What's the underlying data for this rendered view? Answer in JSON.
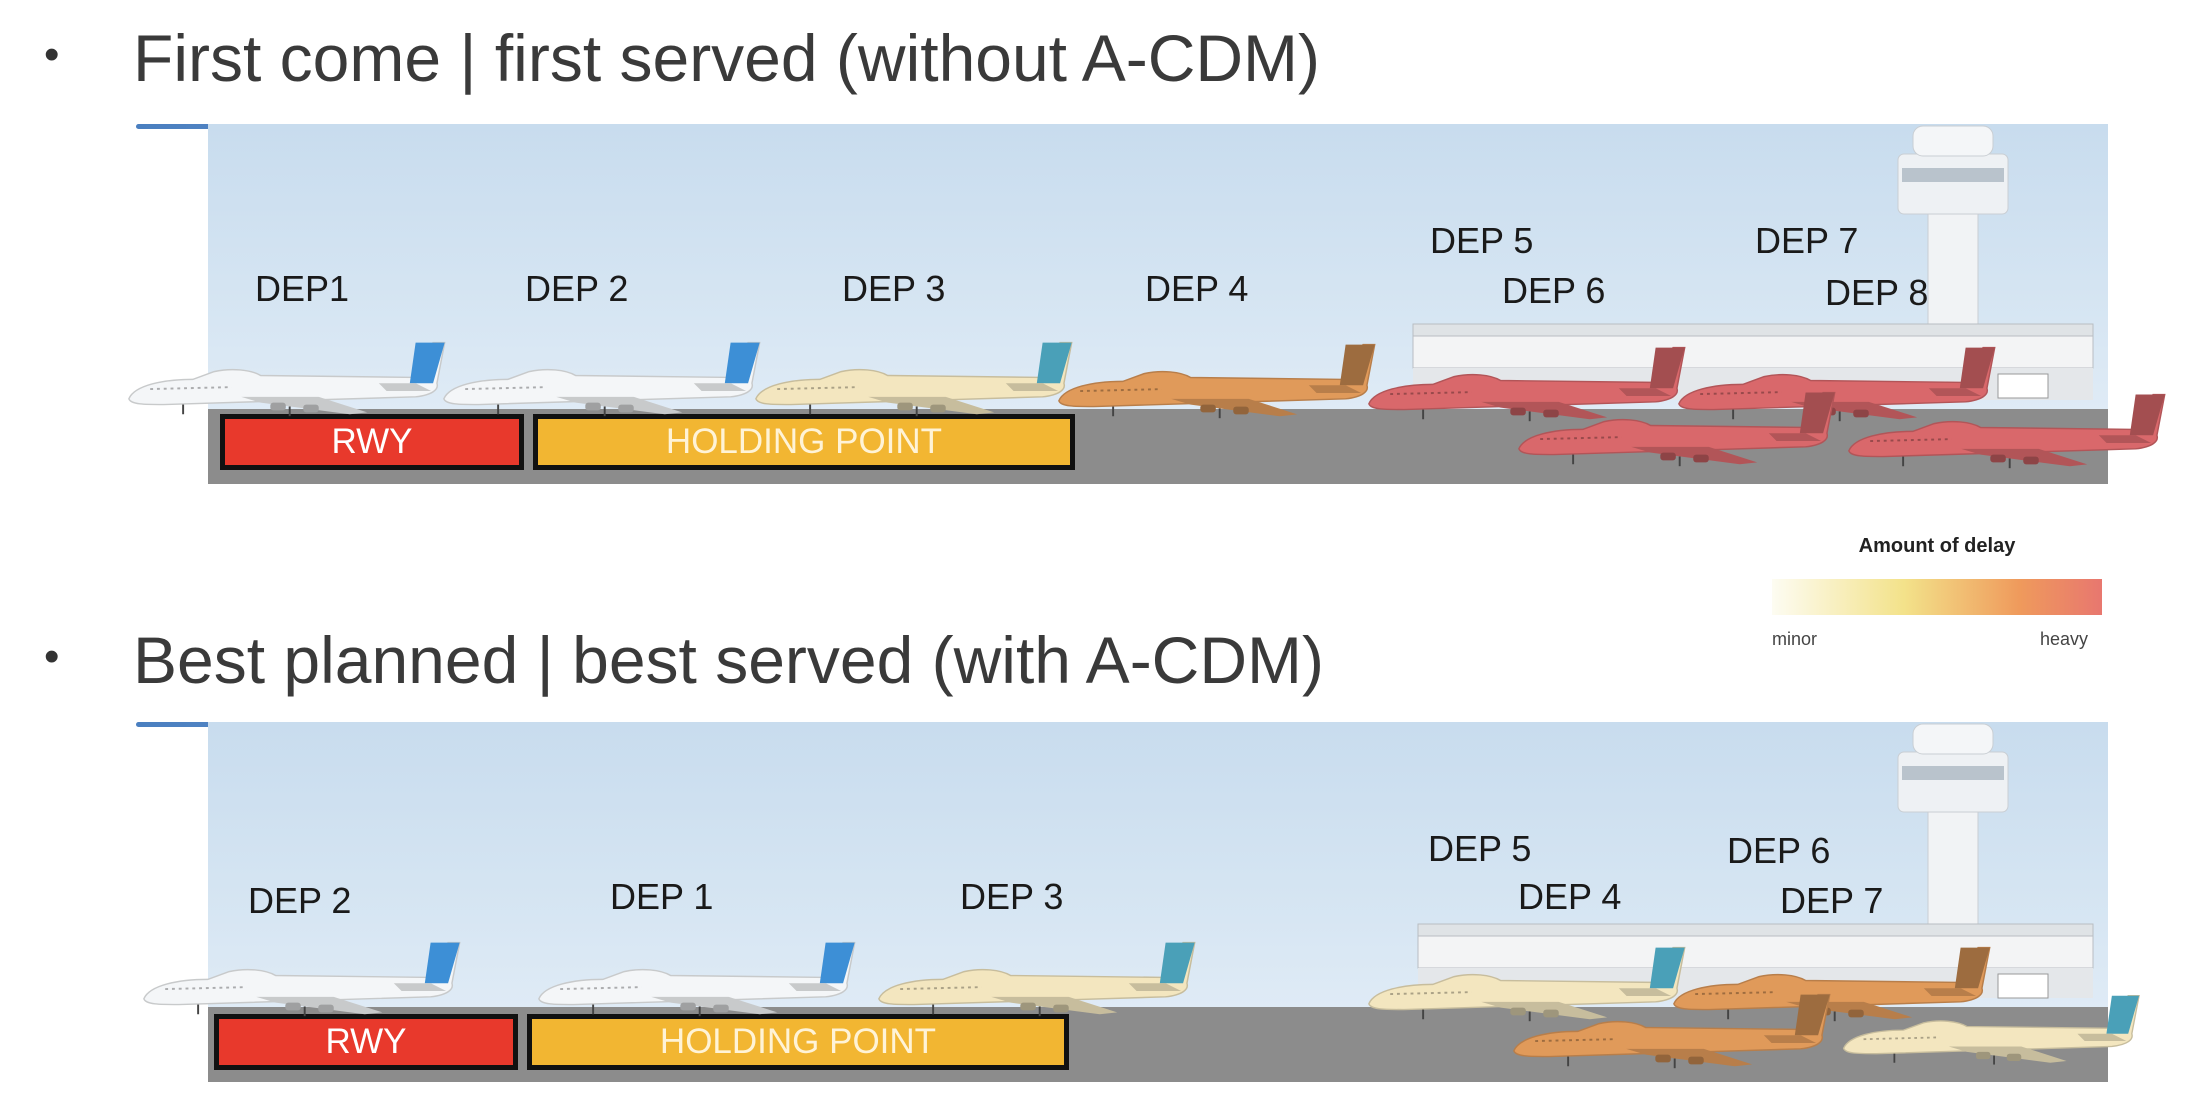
{
  "sections": [
    {
      "heading": "First come | first served (without A-CDM)",
      "rwy_label": "RWY",
      "hold_label": "HOLDING POINT",
      "departures": [
        "DEP1",
        "DEP 2",
        "DEP 3",
        "DEP 4",
        "DEP 5",
        "DEP 6",
        "DEP 7",
        "DEP 8"
      ]
    },
    {
      "heading": "Best planned | best served (with A-CDM)",
      "rwy_label": "RWY",
      "hold_label": "HOLDING POINT",
      "departures": [
        "DEP 2",
        "DEP 1",
        "DEP 3",
        "DEP 5",
        "DEP 4",
        "DEP 6",
        "DEP 7"
      ]
    }
  ],
  "legend": {
    "title": "Amount of delay",
    "min_label": "minor",
    "max_label": "heavy"
  },
  "colors": {
    "rwy": "#e8392c",
    "holding_point": "#f2b632",
    "delay_none": "#f4f6f8",
    "delay_minor": "#f3e6bf",
    "delay_medium": "#e09a5a",
    "delay_heavy": "#d9686b"
  }
}
